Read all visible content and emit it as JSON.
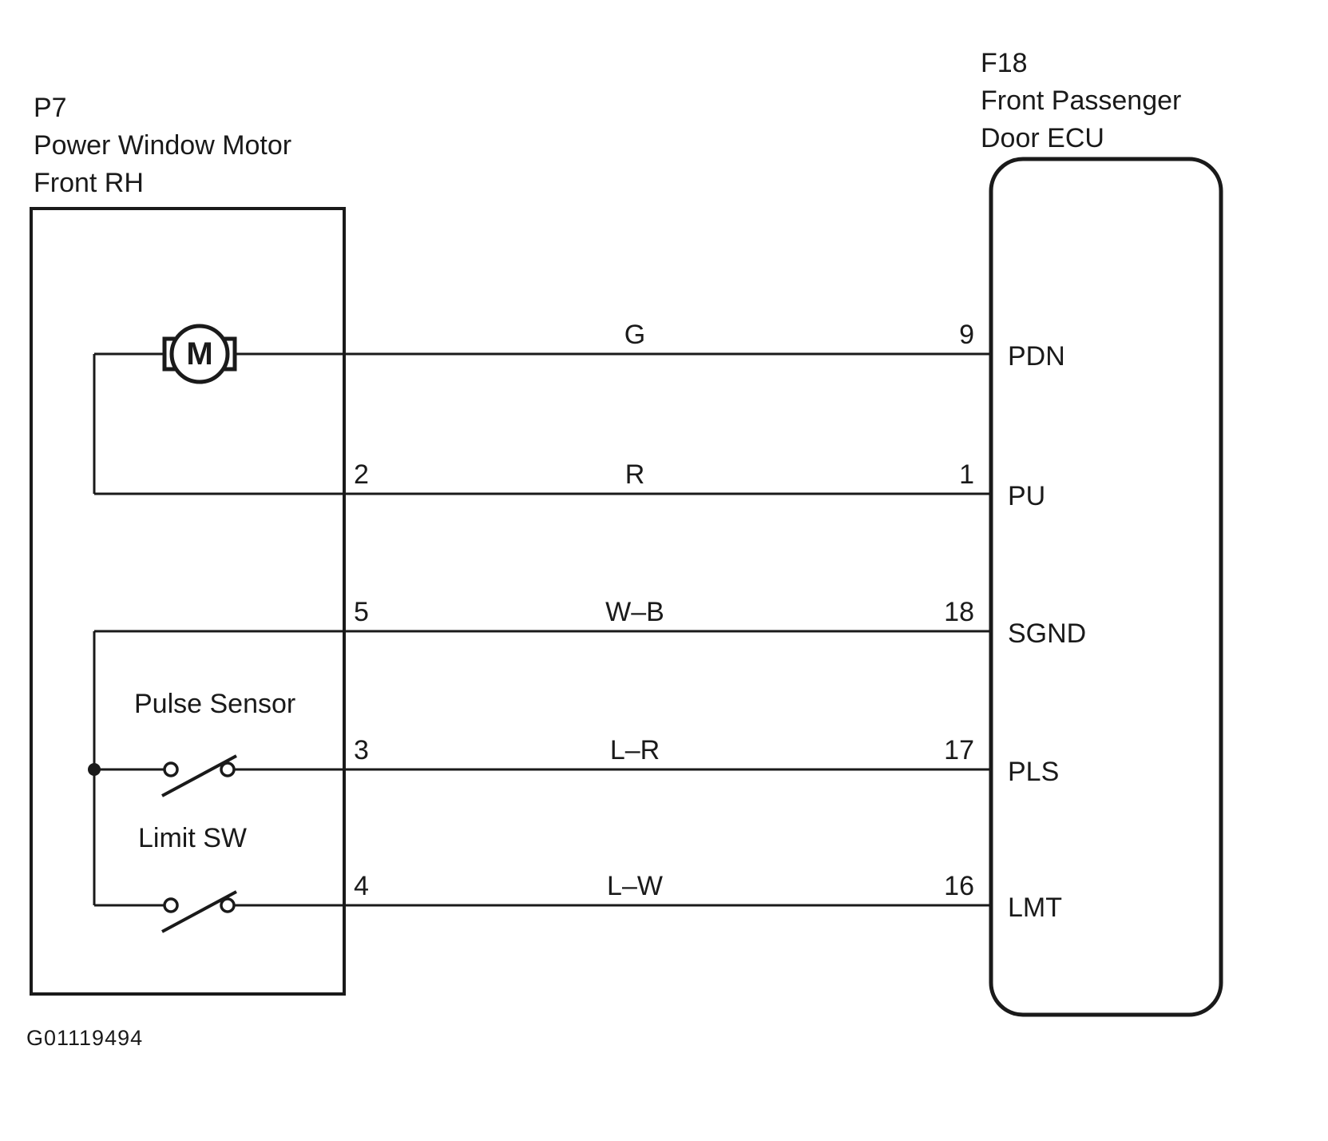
{
  "diagram": {
    "left_component": {
      "code": "P7",
      "name_line1": "Power Window Motor",
      "name_line2": "Front RH",
      "motor_letter": "M",
      "pulse_sensor_label": "Pulse Sensor",
      "limit_switch_label": "Limit SW"
    },
    "right_component": {
      "code": "F18",
      "name_line1": "Front Passenger",
      "name_line2": "Door ECU"
    },
    "wires": [
      {
        "left_pin": "",
        "wire_color": "G",
        "right_pin": "9",
        "ecu_pin_label": "PDN"
      },
      {
        "left_pin": "2",
        "wire_color": "R",
        "right_pin": "1",
        "ecu_pin_label": "PU"
      },
      {
        "left_pin": "5",
        "wire_color": "W–B",
        "right_pin": "18",
        "ecu_pin_label": "SGND"
      },
      {
        "left_pin": "3",
        "wire_color": "L–R",
        "right_pin": "17",
        "ecu_pin_label": "PLS"
      },
      {
        "left_pin": "4",
        "wire_color": "L–W",
        "right_pin": "16",
        "ecu_pin_label": "LMT"
      }
    ],
    "figure_id": "G01119494",
    "line_color": "#1a1a1a"
  }
}
